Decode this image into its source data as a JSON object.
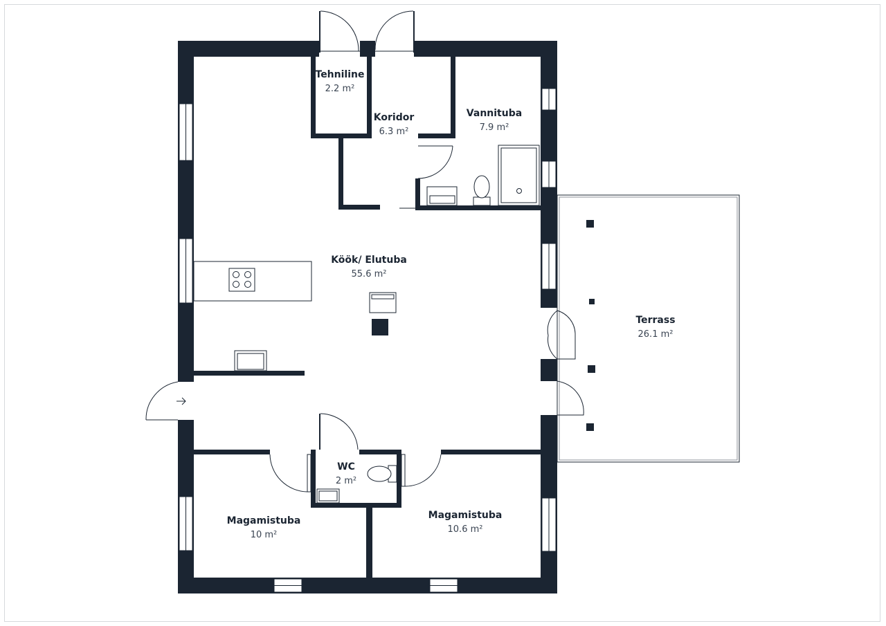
{
  "floorplan": {
    "rooms": [
      {
        "id": "tehniline",
        "name": "Tehniline",
        "area": "2.2 m²"
      },
      {
        "id": "koridor",
        "name": "Koridor",
        "area": "6.3 m²"
      },
      {
        "id": "vannituba",
        "name": "Vannituba",
        "area": "7.9 m²"
      },
      {
        "id": "kook",
        "name": "Köök/ Elutuba",
        "area": "55.6 m²"
      },
      {
        "id": "terrass",
        "name": "Terrass",
        "area": "26.1 m²"
      },
      {
        "id": "wc",
        "name": "WC",
        "area": "2 m²"
      },
      {
        "id": "magamistuba1",
        "name": "Magamistuba",
        "area": "10 m²"
      },
      {
        "id": "magamistuba2",
        "name": "Magamistuba",
        "area": "10.6 m²"
      }
    ],
    "colors": {
      "wall": "#1b2532",
      "background": "#ffffff",
      "frame": "#d6d9dc"
    },
    "icons": [
      "entrance-arrow-icon",
      "stove-icon",
      "sink-icon",
      "toilet-icon",
      "shower-icon"
    ]
  }
}
